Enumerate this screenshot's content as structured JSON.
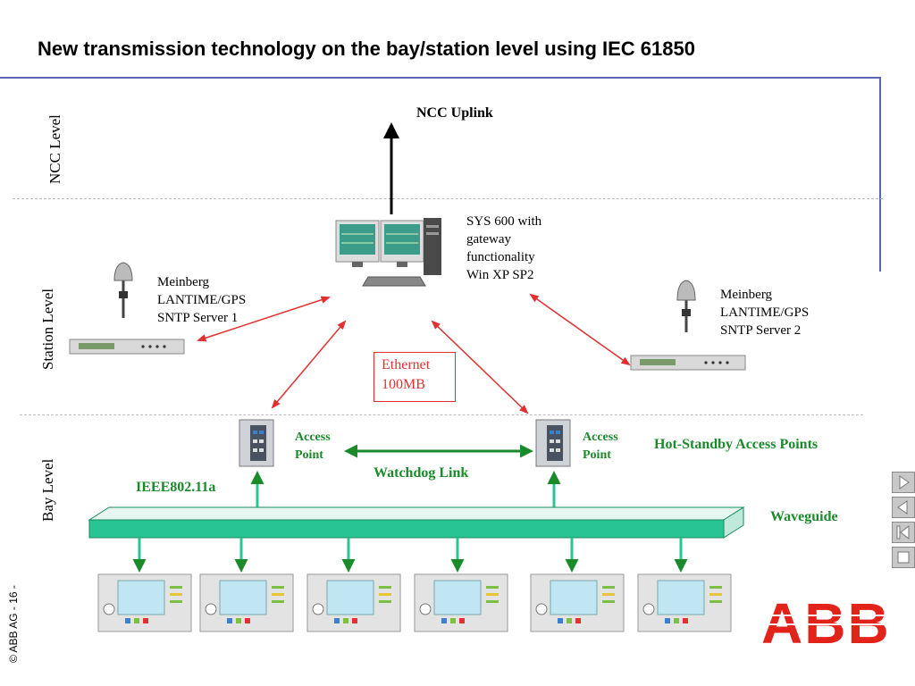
{
  "title": "New transmission technology on the bay/station level using IEC 61850",
  "levels": {
    "ncc": "NCC Level",
    "station": "Station Level",
    "bay": "Bay Level"
  },
  "ncc_uplink": "NCC Uplink",
  "sys600": {
    "line1": "SYS 600 with",
    "line2": "gateway",
    "line3": "functionality",
    "line4": "Win XP SP2"
  },
  "gps1": {
    "line1": "Meinberg",
    "line2": "LANTIME/GPS",
    "line3": "SNTP Server 1"
  },
  "gps2": {
    "line1": "Meinberg",
    "line2": "LANTIME/GPS",
    "line3": "SNTP Server 2"
  },
  "ethernet": {
    "line1": "Ethernet",
    "line2": "100MB"
  },
  "access_point_left": {
    "line1": "Access",
    "line2": "Point"
  },
  "access_point_right": {
    "line1": "Access",
    "line2": "Point"
  },
  "hot_standby": "Hot-Standby Access Points",
  "watchdog": "Watchdog Link",
  "ieee": "IEEE802.11a",
  "waveguide": "Waveguide",
  "copyright": "© ABB AG - 16 -",
  "logo": "ABB",
  "colors": {
    "title_rule": "#5b63b3",
    "green": "#1a8a2a",
    "waveguide_fill": "#29c493",
    "red_link": "#e03030",
    "logo_red": "#e2231a"
  },
  "icons": [
    "server-computer-icon",
    "gps-antenna-icon",
    "access-point-switch-icon",
    "protection-relay-icon"
  ]
}
